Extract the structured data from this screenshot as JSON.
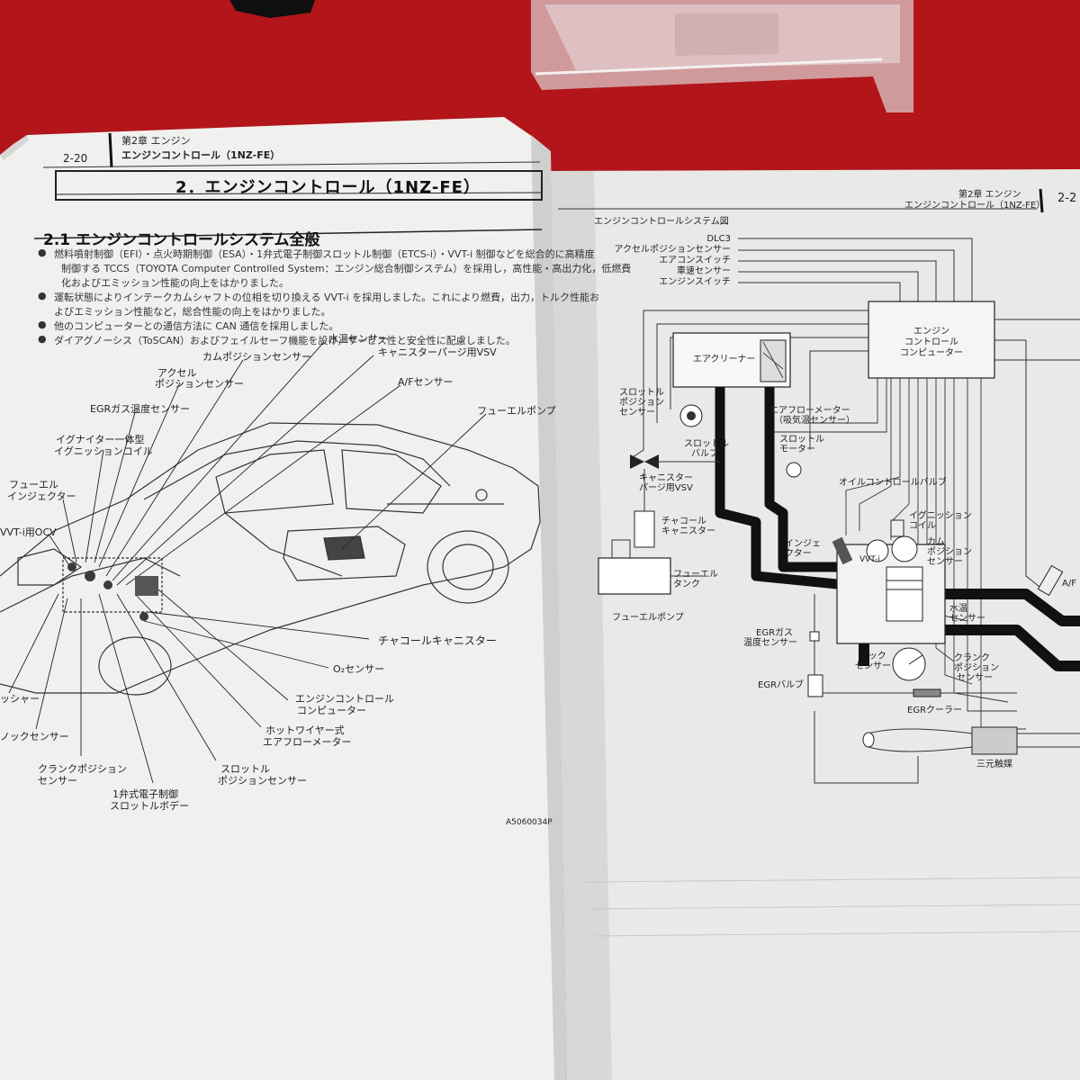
{
  "left_page": {
    "page_number": "2-20",
    "chapter": "第2章 エンジン",
    "subheading": "エンジンコントロール（1NZ-FE）",
    "title": "2．エンジンコントロール（1NZ-FE）",
    "section": "2.1 エンジンコントロールシステム全般",
    "bullets": [
      "燃料噴射制御（EFI）・点火時期制御（ESA）・1弁式電子制御スロットル制御（ETCS-i）・VVT-i 制御などを総合的に高精度",
      "制御する TCCS（TOYOTA Computer Controlled System：エンジン総合制御システム）を採用し，高性能・高出力化，低燃費",
      "化およびエミッション性能の向上をはかりました。",
      "運転状態によりインテークカムシャフトの位相を切り換える VVT-i を採用しました。これにより燃費，出力，トルク性能お",
      "よびエミッション性能など，総合性能の向上をはかりました。",
      "他のコンピューターとの通信方法に CAN 通信を採用しました。",
      "ダイアグノーシス（ToSCAN）およびフェイルセーフ機能を設け，サービス性と安全性に配慮しました。"
    ],
    "labels": {
      "water_temp": "水温センサー",
      "cam_pos": "カムポジションセンサー",
      "canister_vsv": "キャニスターパージ用VSV",
      "accel_1": "アクセル",
      "accel_2": "ポジションセンサー",
      "af_sensor": "A/Fセンサー",
      "egr_temp": "EGRガス温度センサー",
      "fuel_pump": "フューエルポンプ",
      "igniter_1": "イグナイター一体型",
      "igniter_2": "イグニッションコイル",
      "injector_1": "フューエル",
      "injector_2": "インジェクター",
      "vvt_ocv": "VVT-i用OCV",
      "charcoal": "チャコールキャニスター",
      "o2": "O₂センサー",
      "ecu_1": "エンジンコントロール",
      "ecu_2": "コンピューター",
      "hotwire_1": "ホットワイヤー式",
      "hotwire_2": "エアフローメーター",
      "throttle_pos_1": "スロットル",
      "throttle_pos_2": "ポジションセンサー",
      "etcs_1": "1弁式電子制御",
      "etcs_2": "スロットルボデー",
      "crank_1": "クランクポジション",
      "crank_2": "センサー",
      "knock": "ノックセンサー",
      "cut_left": "ッシャー"
    },
    "fig_code": "A5060034P"
  },
  "right_page": {
    "chapter": "第2章 エンジン",
    "subheading": "エンジンコントロール（1NZ-FE）",
    "page_number_cut": "2-2",
    "diagram_title": "エンジンコントロールシステム図",
    "inputs": [
      "DLC3",
      "アクセルポジションセンサー",
      "エアコンスイッチ",
      "車速センサー",
      "エンジンスイッチ"
    ],
    "labels": {
      "ecu_1": "エンジン",
      "ecu_2": "コントロール",
      "ecu_3": "コンピューター",
      "air_cleaner": "エアクリーナー",
      "tps_1": "スロットル",
      "tps_2": "ポジション",
      "tps_3": "センサー",
      "afm_1": "エアフローメーター",
      "afm_2": "（吸気温センサー）",
      "valve_1": "スロットル",
      "valve_2": "バルブ",
      "motor_1": "スロットル",
      "motor_2": "モーター",
      "purge_1": "キャニスター",
      "purge_2": "パージ用VSV",
      "charcoal_1": "チャコール",
      "charcoal_2": "キャニスター",
      "ocv": "オイルコントロールバルブ",
      "ign_1": "イグニッション",
      "ign_2": "コイル",
      "inj_1": "インジェ",
      "inj_2": "クター",
      "cam_1": "カム",
      "cam_2": "ポジション",
      "cam_3": "センサー",
      "vvt": "VVT-i",
      "tank_1": "フューエル",
      "tank_2": "タンク",
      "pump": "フューエルポンプ",
      "egr_temp_1": "EGRガス",
      "egr_temp_2": "温度センサー",
      "water_1": "水温",
      "water_2": "センサー",
      "knock_1": "ノック",
      "knock_2": "センサー",
      "crank_1": "クランク",
      "crank_2": "ポジション",
      "crank_3": "センサー",
      "egr_valve": "EGRバルブ",
      "egr_cooler": "EGRクーラー",
      "catalyst": "三元触媒",
      "af_cut": "A/F"
    }
  },
  "colors": {
    "background": "#b2151a",
    "page": "#ececea",
    "ink": "#1d1d1d"
  }
}
